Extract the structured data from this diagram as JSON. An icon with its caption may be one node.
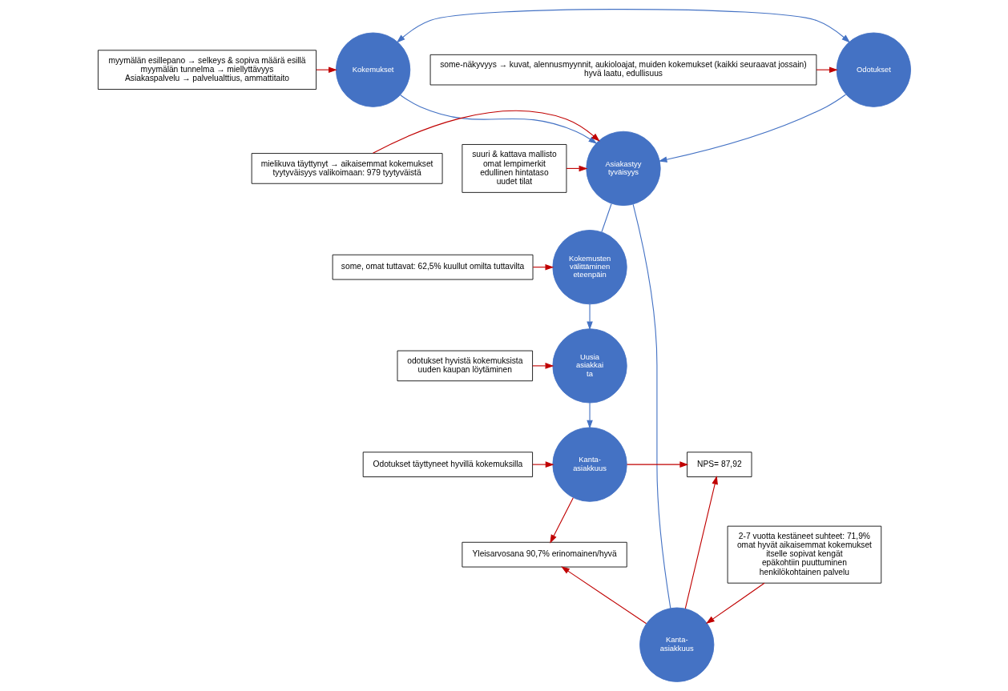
{
  "diagram": {
    "nodes": [
      {
        "text": [
          "myymälän esillepano → selkeys & sopiva määrä esillä",
          "myymälän tunnelma → miellyttävyys",
          "Asiakaspalvelu → palvelualttius, ammattitaito"
        ]
      },
      {
        "text": [
          "Kokemukset"
        ]
      },
      {
        "text": [
          "Odotukset"
        ]
      },
      {
        "text": [
          "some-näkyvyys → kuvat, alennusmyynnit, aukioloajat, muiden kokemukset (kaikki seuraavat jossain)",
          "hyvä laatu, edullisuus"
        ]
      },
      {
        "text": [
          "suuri & kattava mallisto",
          "omat lempimerkit",
          "edullinen hintataso",
          "uudet tilat"
        ]
      },
      {
        "text": [
          "Asiakastyy tyväisyys"
        ]
      },
      {
        "text": [
          "mielikuva täyttynyt → aikaisemmat kokemukset",
          "tyytyväisyys valikoimaan: 979 tyytyväistä"
        ]
      },
      {
        "text": [
          "Kokemusten välittäminen eteenpäin"
        ]
      },
      {
        "text": [
          "some, omat tuttavat: 62,5% kuullut omilta tuttavilta"
        ]
      },
      {
        "text": [
          "Kanta- asiakkuus"
        ]
      },
      {
        "text": [
          "Uusia asiakkai ta"
        ]
      },
      {
        "text": [
          "odotukset hyvistä kokemuksista",
          "uuden kaupan löytäminen"
        ]
      },
      {
        "text": [
          "2-7 vuotta kestäneet suhteet: 71,9%",
          "omat hyvät aikaisemmat kokemukset",
          "itselle sopivat kengät",
          "epäkohtiin puuttuminen",
          "henkilökohtainen palvelu"
        ]
      },
      {
        "text": [
          "Yleisarvosana 90,7% erinomainen/hyvä"
        ]
      },
      {
        "text": [
          "NPS= 87,92"
        ]
      },
      {
        "text": [
          "Kanta- asiakkuus"
        ]
      },
      {
        "text": [
          "Odotukset täyttyneet hyvillä kokemuksilla"
        ]
      }
    ],
    "edges": [
      {
        "from": 0,
        "to": 1,
        "arrow": "to"
      },
      {
        "from": 3,
        "to": 2,
        "arrow": "to"
      },
      {
        "from": 1,
        "to": 2,
        "arrow": "both",
        "color": "#4472c4"
      },
      {
        "from": 1,
        "to": 5,
        "arrow": "to",
        "color": "#4472c4"
      },
      {
        "from": 2,
        "to": 5,
        "arrow": "to",
        "color": "#4472c4"
      },
      {
        "from": 4,
        "to": 5,
        "arrow": "to"
      },
      {
        "from": 6,
        "to": 5,
        "arrow": "to"
      },
      {
        "from": 5,
        "to": 9,
        "arrow": "none",
        "color": "#4472c4"
      },
      {
        "from": 5,
        "to": 7,
        "arrow": "none",
        "color": "#4472c4"
      },
      {
        "from": 8,
        "to": 7,
        "arrow": "to"
      },
      {
        "from": 7,
        "to": 10,
        "arrow": "to",
        "color": "#4472c4"
      },
      {
        "from": 11,
        "to": 10,
        "arrow": "to"
      },
      {
        "from": 10,
        "to": 15,
        "arrow": "to",
        "color": "#4472c4"
      },
      {
        "from": 12,
        "to": 9,
        "arrow": "to"
      },
      {
        "from": 9,
        "to": 13,
        "arrow": "to"
      },
      {
        "from": 9,
        "to": 14,
        "arrow": "to"
      },
      {
        "from": 15,
        "to": 13,
        "arrow": "to"
      },
      {
        "from": 15,
        "to": 14,
        "arrow": "to"
      },
      {
        "from": 16,
        "to": 15,
        "arrow": "to"
      }
    ]
  }
}
